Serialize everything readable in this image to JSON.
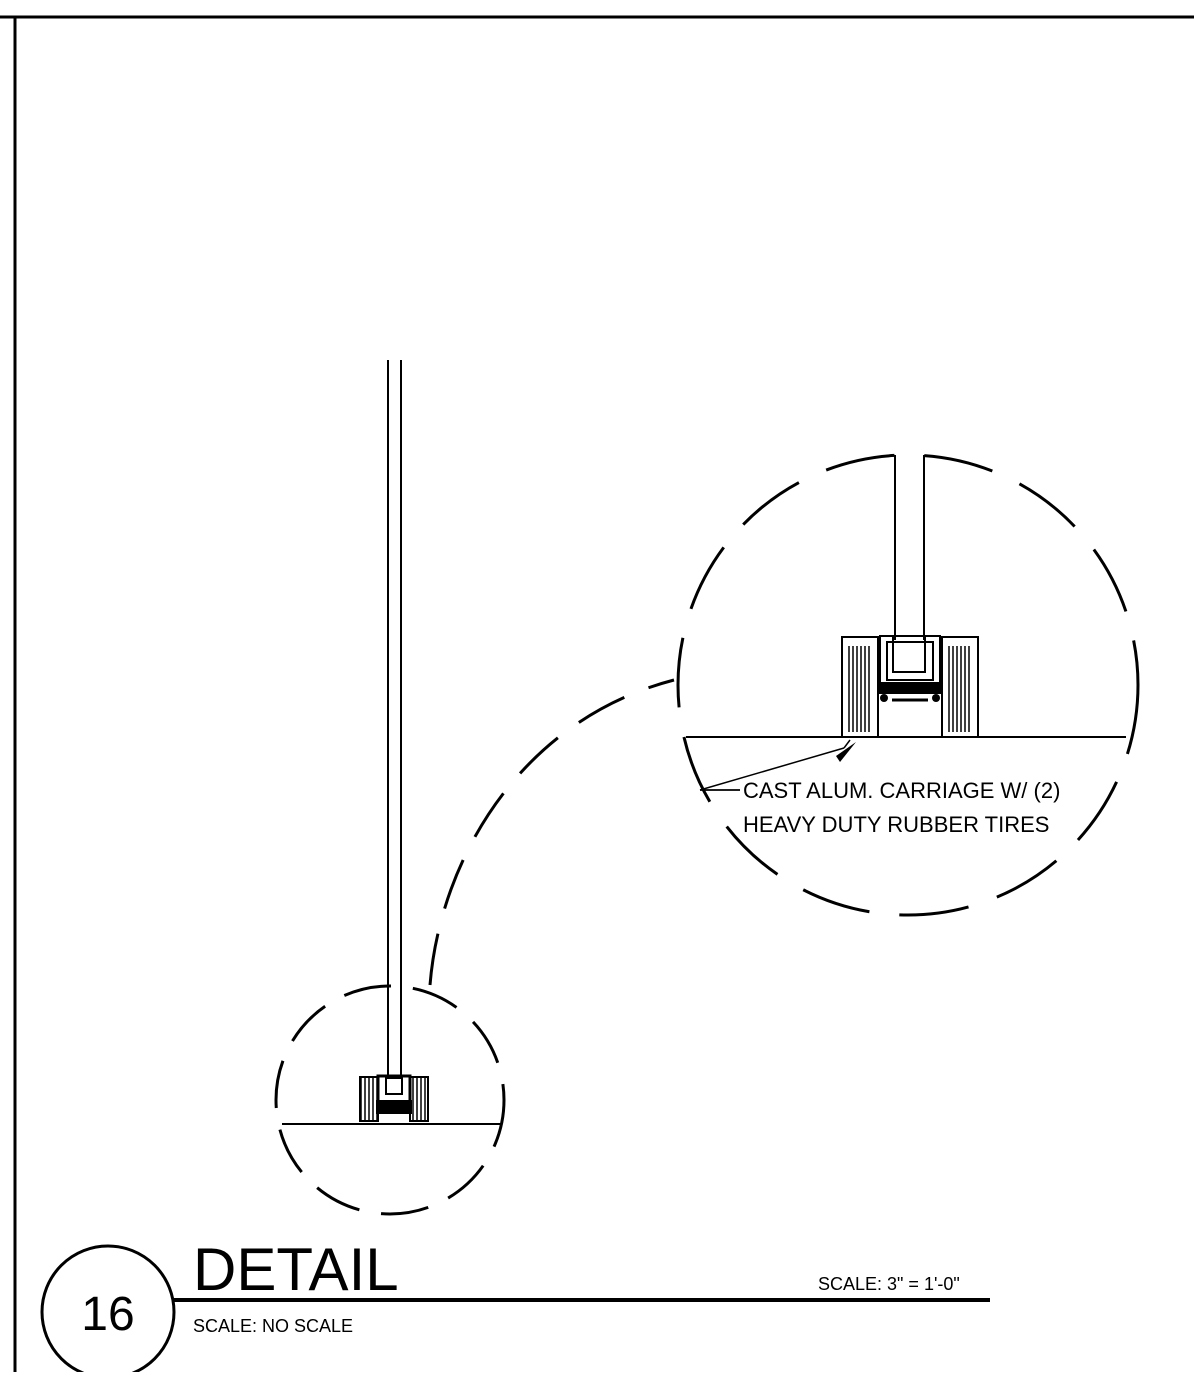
{
  "drawing": {
    "detail_number": "16",
    "title": "DETAIL",
    "scale_left": "SCALE:  NO SCALE",
    "scale_right": "SCALE:  3\" = 1'-0\"",
    "callout": {
      "line1": "CAST ALUM. CARRIAGE W/ (2)",
      "line2": "HEAVY DUTY RUBBER TIRES"
    }
  }
}
